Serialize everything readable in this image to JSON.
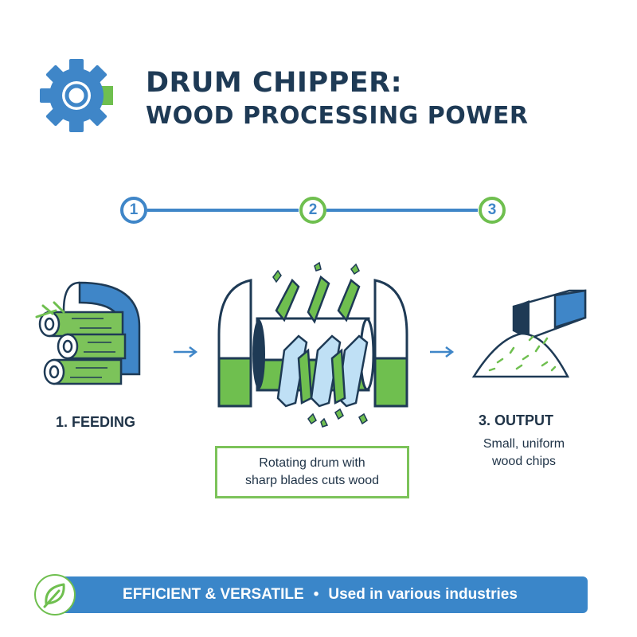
{
  "header": {
    "title_line1": "DRUM CHIPPER:",
    "title_line2": "WOOD PROCESSING POWER",
    "logo_icon": "gear-icon"
  },
  "timeline": {
    "steps": [
      "1",
      "2",
      "3"
    ]
  },
  "stages": {
    "feeding_label": "1. FEEDING",
    "output_label": "3. OUTPUT",
    "output_caption_line1": "Small, uniform",
    "output_caption_line2": "wood chips",
    "drum_caption_line1": "Rotating drum with",
    "drum_caption_line2": "sharp blades cuts wood"
  },
  "banner": {
    "left_text": "EFFICIENT & VERSATILE",
    "separator": "•",
    "right_text": "Used in various industries",
    "icon": "leaf-icon"
  },
  "colors": {
    "blue": "#3f86c8",
    "green": "#6fbf4f",
    "navy": "#1e3a55",
    "banner": "#3a86c9"
  }
}
